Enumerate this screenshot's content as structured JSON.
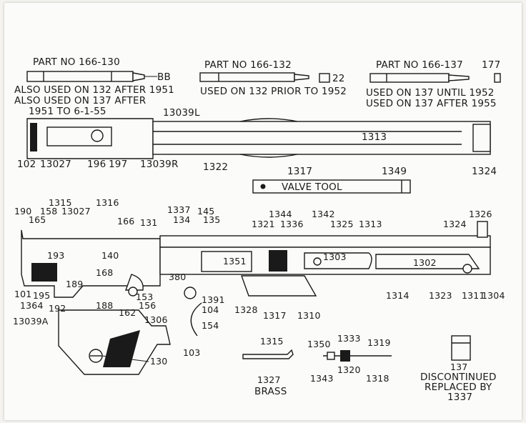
{
  "parts": {
    "p166_130": "PART NO 166-130",
    "p166_132": "PART NO 166-132",
    "p166_137": "PART NO 166-137"
  },
  "notes": {
    "bb": "BB",
    "n22": "22",
    "n177": "177",
    "also132": "ALSO USED ON 132 AFTER 1951",
    "also137": "ALSO USED ON 137 AFTER",
    "range": "1951 TO 6-1-55",
    "used132": "USED ON 132 PRIOR TO 1952",
    "used137a": "USED ON 137 UNTIL 1952",
    "used137b": "USED ON 137 AFTER 1955",
    "valve_tool": "VALVE TOOL",
    "brass": "BRASS",
    "discontinued": "DISCONTINUED",
    "replaced": "REPLACED BY",
    "n1337b": "1337"
  },
  "top_labels": {
    "l13039L": "13039L",
    "l1313": "1313",
    "l102": "102",
    "l13027": "13027",
    "l196": "196",
    "l197": "197",
    "l13039R": "13039R",
    "l1322": "1322",
    "l1317": "1317",
    "l1349": "1349",
    "l1324": "1324"
  },
  "main_labels": {
    "l190": "190",
    "l165": "165",
    "l1315": "1315",
    "l158": "158",
    "l13027": "13027",
    "l1316": "1316",
    "l166": "166",
    "l131": "131",
    "l1337": "1337",
    "l134": "134",
    "l145": "145",
    "l135": "135",
    "l1344": "1344",
    "l1321": "1321",
    "l1336": "1336",
    "l1342": "1342",
    "l1325": "1325",
    "l1313": "1313",
    "l1326": "1326",
    "l1324": "1324",
    "l193": "193",
    "l140": "140",
    "l168": "168",
    "l1351": "1351",
    "l1303": "1303",
    "l1302": "1302",
    "l189": "189",
    "l380": "380",
    "l101": "101",
    "l195": "195",
    "l1364": "1364",
    "l192": "192",
    "l188": "188",
    "l153": "153",
    "l156": "156",
    "l162": "162",
    "l1306": "1306",
    "l1391": "1391",
    "l104": "104",
    "l1328": "1328",
    "l1317": "1317",
    "l1310": "1310",
    "l1314": "1314",
    "l1323": "1323",
    "l1311": "1311",
    "l1304": "1304",
    "l13039A": "13039A",
    "l154": "154",
    "l103": "103",
    "l130": "130"
  },
  "bottom_labels": {
    "l1315": "1315",
    "l1327": "1327",
    "l1350": "1350",
    "l1333": "1333",
    "l1319": "1319",
    "l1343": "1343",
    "l1320": "1320",
    "l1318": "1318",
    "l137": "137"
  }
}
